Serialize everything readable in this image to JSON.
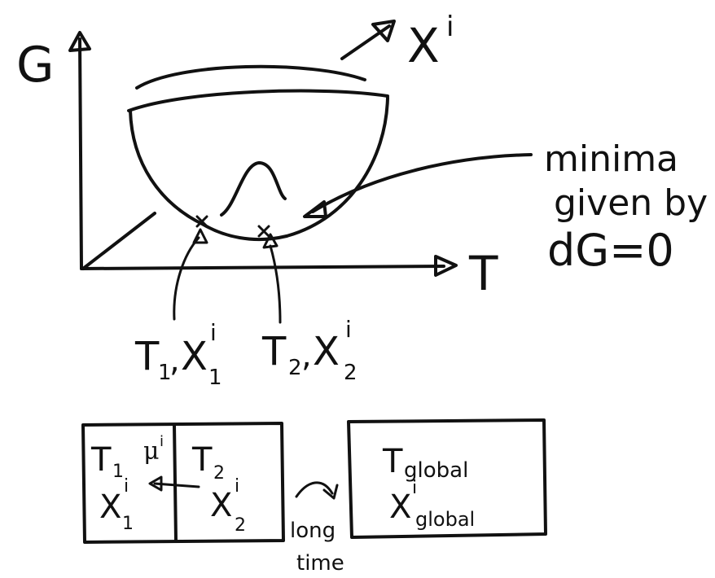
{
  "axes": {
    "y_label": "G",
    "x_label": "T",
    "xi_label": "X",
    "xi_superscript": "i"
  },
  "annotation": {
    "line1": "minima",
    "line2": "given by",
    "line3": "dG=0"
  },
  "points": {
    "p1": {
      "main": "T",
      "sub1": "1",
      "sep": ",",
      "x": "X",
      "sup": "i",
      "sub2": "1"
    },
    "p2": {
      "main": "T",
      "sub1": "2",
      "sep": ",",
      "x": "X",
      "sup": "i",
      "sub2": "2"
    }
  },
  "boxes": {
    "left": {
      "t1": "T",
      "t1_sub": "1",
      "x1": "X",
      "x1_sup": "i",
      "x1_sub": "1",
      "t2": "T",
      "t2_sub": "2",
      "x2": "X",
      "x2_sup": "i",
      "x2_sub": "2",
      "mu": "μ",
      "mu_sup": "i"
    },
    "transition": {
      "line1": "long",
      "line2": "time"
    },
    "right": {
      "t": "T",
      "t_sub": "global",
      "x": "X",
      "x_sup": "i",
      "x_sub": "global"
    }
  }
}
